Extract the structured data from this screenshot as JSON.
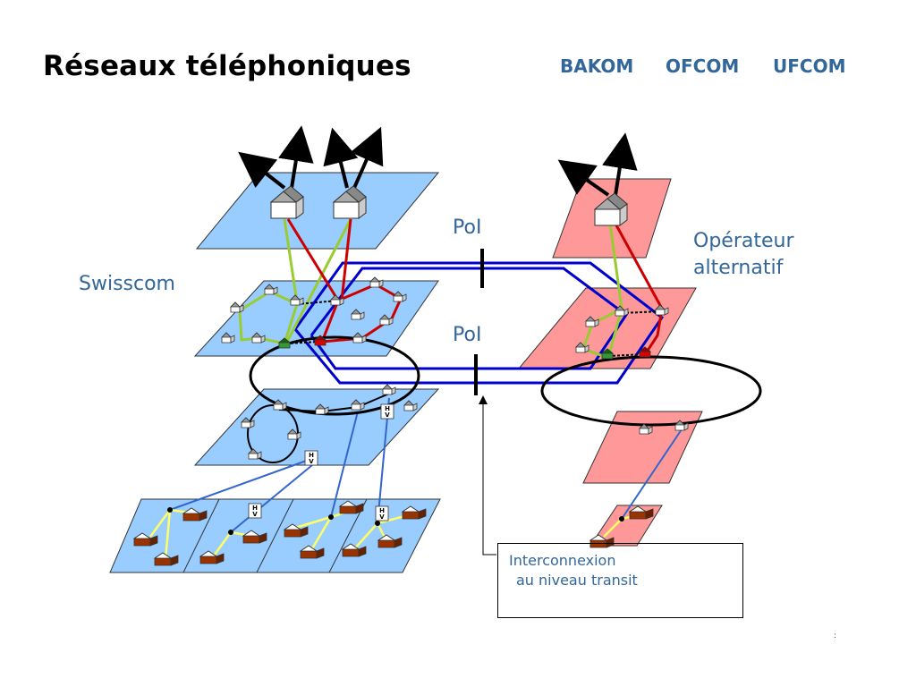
{
  "title": "Réseaux téléphoniques",
  "brands": [
    "BAKOM",
    "OFCOM",
    "UFCOM"
  ],
  "labels": {
    "swisscom": "Swisscom",
    "operator_line1": "Opérateur",
    "operator_line2": "alternatif",
    "poi_top": "PoI",
    "poi_bottom": "PoI"
  },
  "callout": {
    "line1": "Interconnexion",
    "line2": "au niveau transit"
  },
  "page_number": ":",
  "colors": {
    "swisscom_plane": "#99CCFF",
    "alt_plane": "#FF9999",
    "ring_blue": "#0000CC",
    "link_red": "#CC0000",
    "link_green": "#99CC33",
    "link_lightblue": "#3366CC",
    "link_yellow": "#FFFF66",
    "brand_text": "#336699"
  }
}
